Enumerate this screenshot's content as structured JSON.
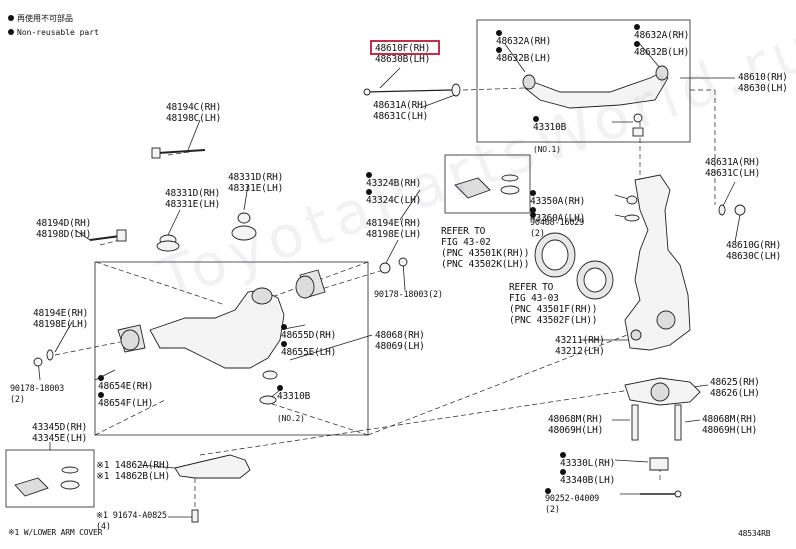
{
  "legend": {
    "row1_text": "再使用不可部品",
    "row2_text": "Non-reusable part"
  },
  "footnote": "※1 W/LOWER ARM COVER",
  "diagram_code": "48534RB",
  "watermark": "ToyotaPartsWorld.ru",
  "highlight_part": "48610F(RH)",
  "labels": {
    "p48610F": [
      "48610F(RH)",
      "48630B(LH)"
    ],
    "p48631A": [
      "48631A(RH)",
      "48631C(LH)"
    ],
    "p48632A_a": [
      "48632A(RH)",
      "48632B(LH)"
    ],
    "p48632A_b": [
      "48632A(RH)",
      "48632B(LH)"
    ],
    "p48610_tr": [
      "48610(RH)",
      "48630(LH)"
    ],
    "p43310B_top": [
      "43310B",
      "(NO.1)"
    ],
    "p48194C": [
      "48194C(RH)",
      "48198C(LH)"
    ],
    "p48331D_a": [
      "48331D(RH)",
      "48331E(LH)"
    ],
    "p48331D_b": [
      "48331D(RH)",
      "48331E(LH)"
    ],
    "p43324B": [
      "43324B(RH)",
      "43324C(LH)"
    ],
    "p43350A": [
      "43350A(RH)",
      "43360A(LH)"
    ],
    "p90468": [
      "90468-16029",
      "(2)"
    ],
    "p48631A_r": [
      "48631A(RH)",
      "48631C(LH)"
    ],
    "p48610G": [
      "48610G(RH)",
      "48630C(LH)"
    ],
    "p48194D": [
      "48194D(RH)",
      "48198D(LH)"
    ],
    "p48194E_a": [
      "48194E(RH)",
      "48198E(LH)"
    ],
    "p90178_a": "90178-18003(2)",
    "refer1": [
      "REFER TO",
      "FIG 43-02",
      "(PNC 43501K(RH))",
      "(PNC 43502K(LH))"
    ],
    "refer2": [
      "REFER TO",
      "FIG 43-03",
      "(PNC 43501F(RH))",
      "(PNC 43502F(LH))"
    ],
    "p48194E_b": [
      "48194E(RH)",
      "48198E(LH)"
    ],
    "p90178_b": [
      "90178-18003",
      "(2)"
    ],
    "p48655D": [
      "48655D(RH)",
      "48655E(LH)"
    ],
    "p48068": [
      "48068(RH)",
      "48069(LH)"
    ],
    "p43211": [
      "43211(RH)",
      "43212(LH)"
    ],
    "p48654E": [
      "48654E(RH)",
      "48654F(LH)"
    ],
    "p43310B_no2": [
      "43310B",
      "(NO.2)"
    ],
    "p48625": [
      "48625(RH)",
      "48626(LH)"
    ],
    "p48068M_l": [
      "48068M(RH)",
      "48069H(LH)"
    ],
    "p48068M_r": [
      "48068M(RH)",
      "48069H(LH)"
    ],
    "p43345D": [
      "43345D(RH)",
      "43345E(LH)"
    ],
    "p14862A": [
      "※1 14862A(RH)",
      "※1 14862B(LH)"
    ],
    "p43330L": [
      "43330L(RH)",
      "43340B(LH)"
    ],
    "p90252": [
      "90252-04009",
      "(2)"
    ],
    "p91674": [
      "※1 91674-A0825",
      "(4)"
    ]
  }
}
